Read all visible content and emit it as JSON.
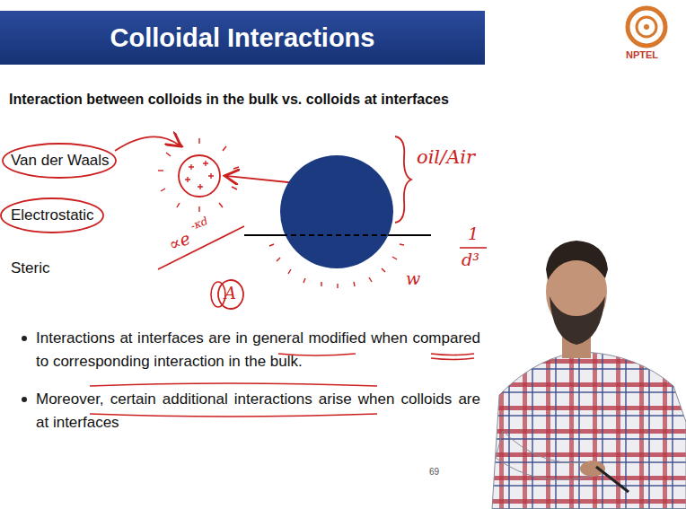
{
  "diagram": {
    "title": "Colloidal Interactions",
    "labels": [
      "NPTEL",
      "Interaction between colloids in the bulk vs. colloids at interfaces",
      "Van der Waals",
      "Electrostatic",
      "Steric",
      "oil/Air",
      "1",
      "d³",
      "w",
      "∝e",
      "-κd",
      "A",
      "Interactions at interfaces are in general modified when compared to corresponding interaction in the bulk.",
      "Moreover, certain additional interactions arise when colloids are at interfaces",
      "69"
    ]
  }
}
